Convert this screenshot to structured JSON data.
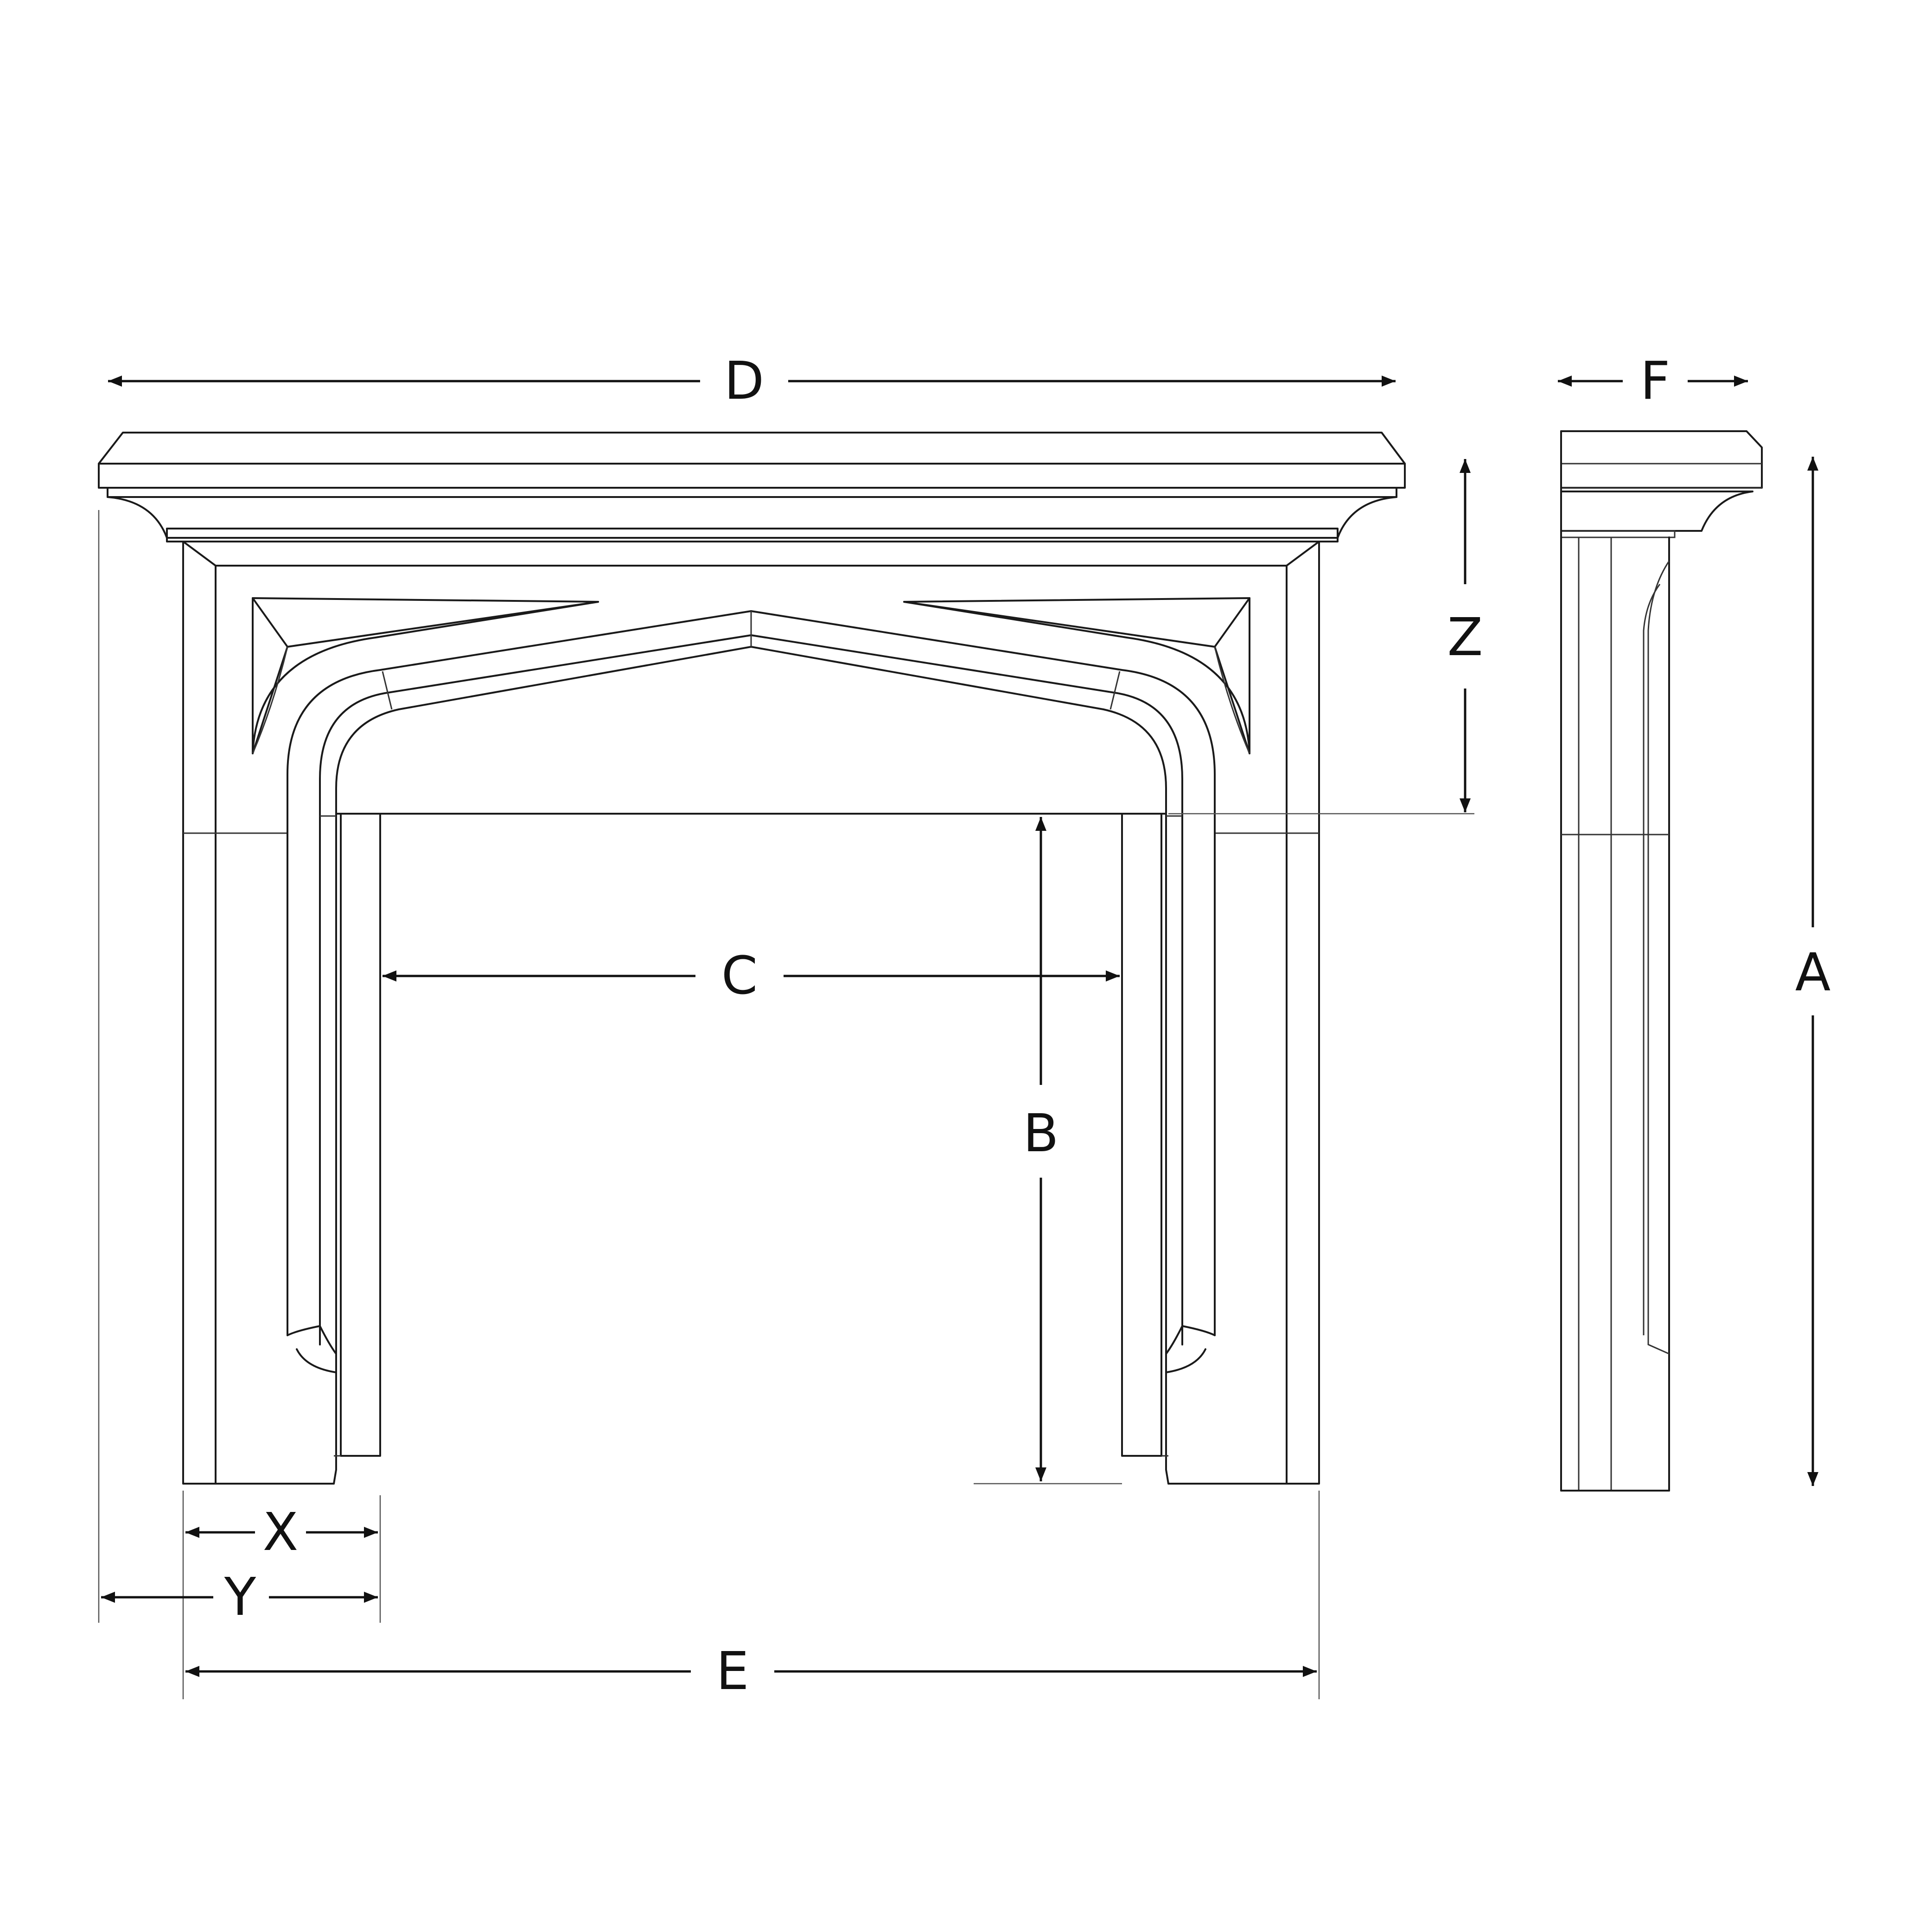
{
  "labels": {
    "a": "A",
    "b": "B",
    "c": "C",
    "d": "D",
    "e": "E",
    "f": "F",
    "x": "X",
    "y": "Y",
    "z": "Z"
  },
  "colors": {
    "line": "#1a1a1a",
    "background": "#ffffff"
  }
}
